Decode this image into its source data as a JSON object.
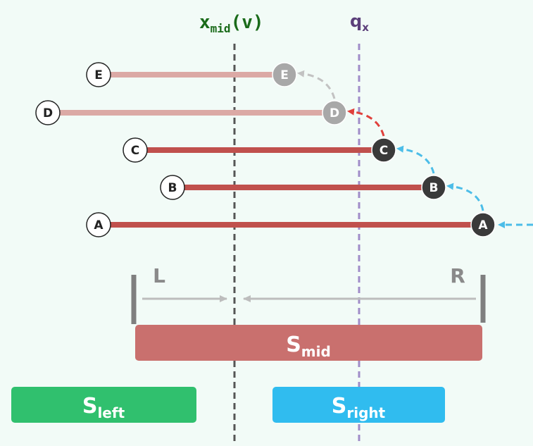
{
  "mid_line": {
    "label_main": "x",
    "label_sub": "mid",
    "label_tail": "(v)",
    "color": "#1a6b1a"
  },
  "query_line": {
    "label_main": "q",
    "label_sub": "x",
    "color": "#5b3f7a"
  },
  "segments": [
    {
      "name": "E",
      "left_label": "E",
      "right_label": "E",
      "state": "faded"
    },
    {
      "name": "D",
      "left_label": "D",
      "right_label": "D",
      "state": "faded"
    },
    {
      "name": "C",
      "left_label": "C",
      "right_label": "C",
      "state": "active"
    },
    {
      "name": "B",
      "left_label": "B",
      "right_label": "B",
      "state": "active"
    },
    {
      "name": "A",
      "left_label": "A",
      "right_label": "A",
      "state": "active"
    }
  ],
  "range": {
    "left_label": "L",
    "right_label": "R"
  },
  "boxes": {
    "mid": {
      "main": "S",
      "sub": "mid",
      "color": "#c9706e"
    },
    "left": {
      "main": "S",
      "sub": "left",
      "color": "#30c06e"
    },
    "right": {
      "main": "S",
      "sub": "right",
      "color": "#30bcef"
    }
  },
  "colors": {
    "background": "#f2fbf7",
    "segment_active": "#c0504d",
    "segment_faded": "#dba9a5",
    "node_dark": "#3a3a3a",
    "node_faded": "#a8a8a8",
    "arrow_blue": "#4cbde8",
    "arrow_red": "#e0403c",
    "arrow_gray": "#c2c2c2",
    "range_gray": "#7f7f7f"
  }
}
